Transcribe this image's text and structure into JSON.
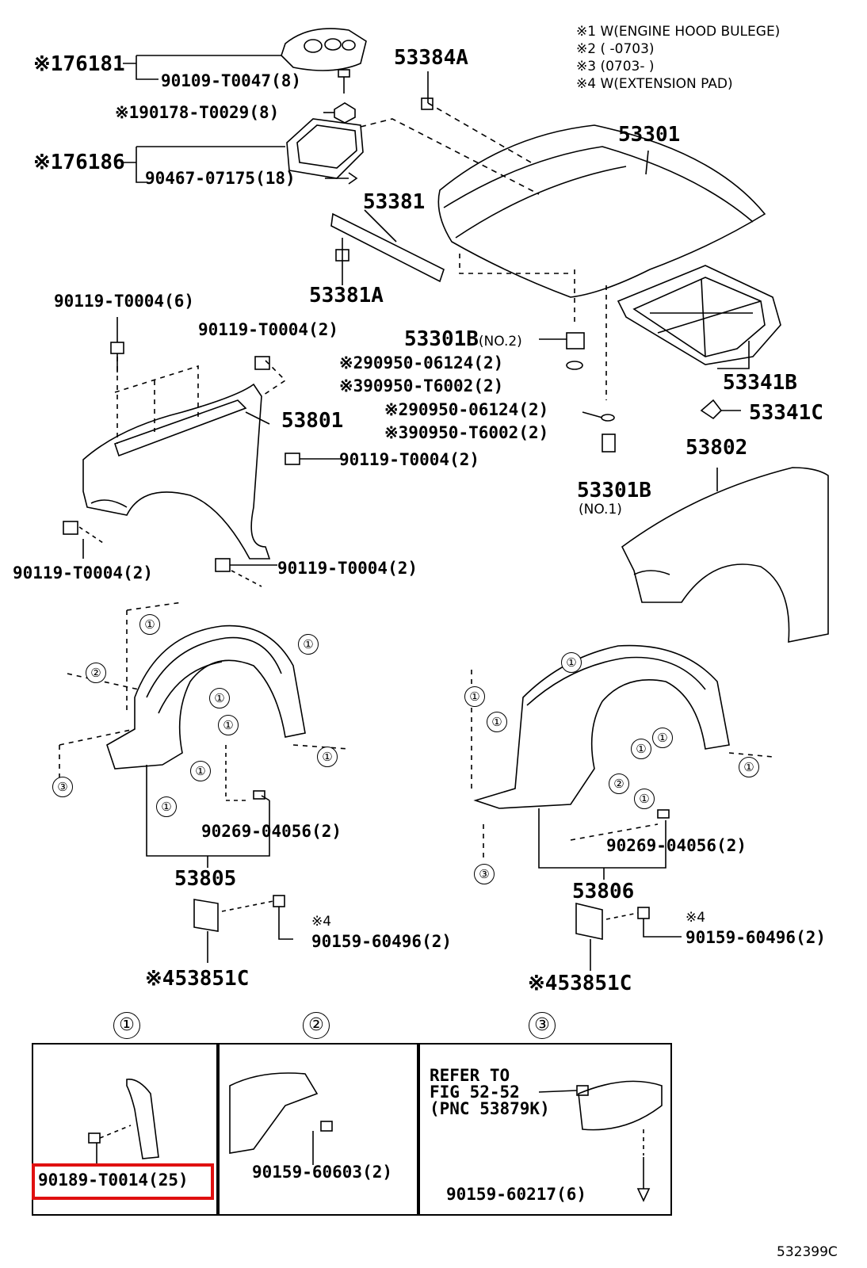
{
  "legend": {
    "n1": "※1 W(ENGINE HOOD BULEGE)",
    "n2": "※2 (       -0703)",
    "n3": "※3 (0703-       )",
    "n4": "※4 W(EXTENSION PAD)"
  },
  "parts": {
    "p76181": "※176181",
    "p90109": "90109-T0047(8)",
    "p90178": "※190178-T0029(8)",
    "p76186": "※176186",
    "p90467": "90467-07175(18)",
    "p53384A": "53384A",
    "p53301": "53301",
    "p53381": "53381",
    "p53381A": "53381A",
    "p90119a": "90119-T0004(6)",
    "p90119b": "90119-T0004(2)",
    "p53301B_top": "53301B",
    "p53301B_top_sub": "(NO.2)",
    "p90950a": "※290950-06124(2)",
    "p90950b": "※390950-T6002(2)",
    "p90950c": "※290950-06124(2)",
    "p90950d": "※390950-T6002(2)",
    "p53341B": "53341B",
    "p53341C": "53341C",
    "p53801": "53801",
    "p90119c": "90119-T0004(2)",
    "p53802": "53802",
    "p53301B_bot": "53301B",
    "p53301B_bot_sub": "(NO.1)",
    "p90119d": "90119-T0004(2)",
    "p90119e": "90119-T0004(2)",
    "p90269a": "90269-04056(2)",
    "p90269b": "90269-04056(2)",
    "p53805": "53805",
    "p53806": "53806",
    "p90159a_mark": "※4",
    "p90159a": "90159-60496(2)",
    "p90159b_mark": "※4",
    "p90159b": "90159-60496(2)",
    "p53851Ca": "※453851C",
    "p53851Cb": "※453851C"
  },
  "detail": {
    "c1": "①",
    "c2": "②",
    "c3": "③",
    "d1_part": "90189-T0014(25)",
    "d2_part": "90159-60603(2)",
    "d3_ref1": "REFER TO",
    "d3_ref2": "FIG 52-52",
    "d3_ref3": "(PNC 53879K)",
    "d3_part": "90159-60217(6)"
  },
  "circled": [
    "①",
    "②",
    "③"
  ],
  "figure_id": "532399C",
  "colors": {
    "highlight": "#e01010",
    "ink": "#000000"
  }
}
